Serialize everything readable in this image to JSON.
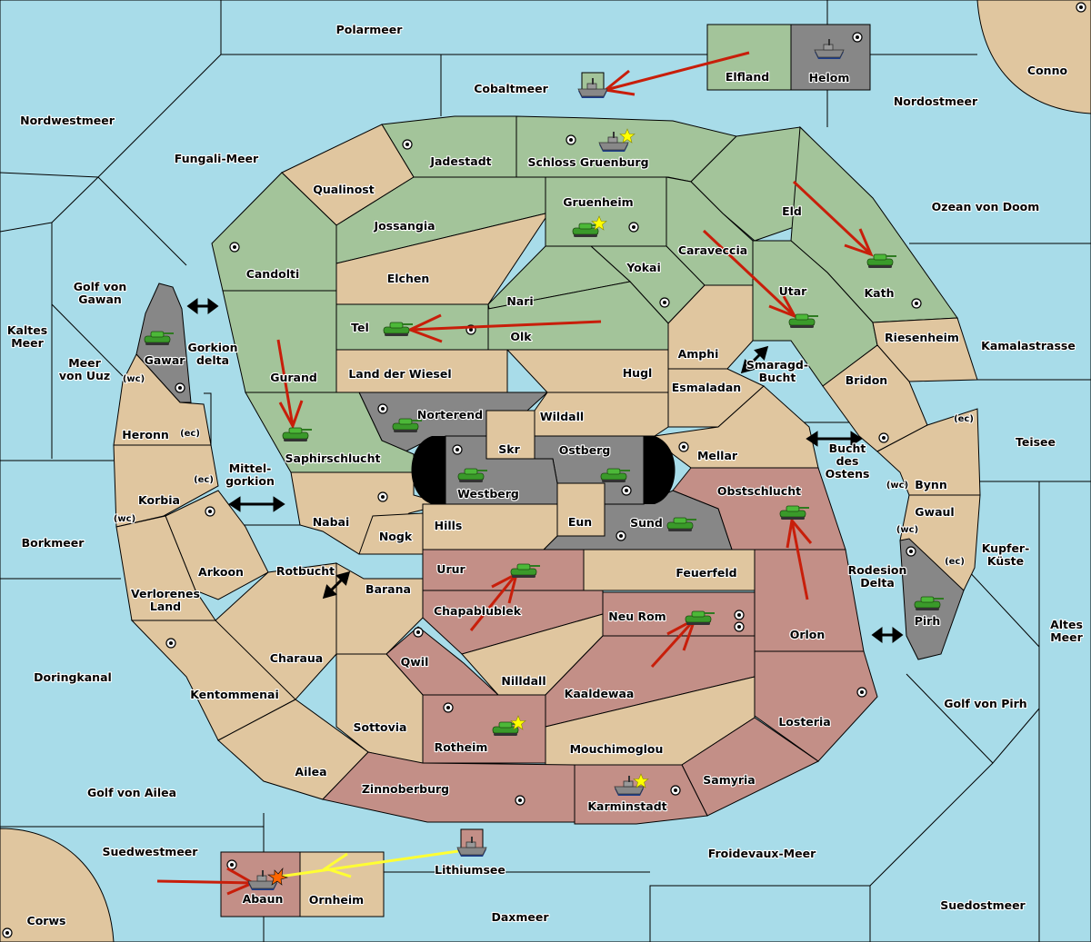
{
  "game": {
    "type": "diplomacy-map",
    "colors": {
      "sea": "#a8dce9",
      "neutral": "#e0c69f",
      "green_power": "#a3c49a",
      "red_power": "#c38f87",
      "gray_power": "#878787",
      "move_arrow": "#c81e0a",
      "convoy_support_arrow": "#ffff33",
      "supply_center_star": "#ffff00"
    }
  },
  "territories": [
    {
      "id": "polarmeer",
      "label": "Polarmeer",
      "type": "sea"
    },
    {
      "id": "cobaltmeer",
      "label": "Cobaltmeer",
      "type": "sea"
    },
    {
      "id": "nordwestmeer",
      "label": "Nordwestmeer",
      "type": "sea"
    },
    {
      "id": "fungali-meer",
      "label": "Fungali-Meer",
      "type": "sea"
    },
    {
      "id": "nordostmeer",
      "label": "Nordostmeer",
      "type": "sea"
    },
    {
      "id": "ozean-von-doom",
      "label": "Ozean von Doom",
      "type": "sea"
    },
    {
      "id": "golf-von-gawan",
      "label": [
        "Golf von",
        "Gawan"
      ],
      "type": "sea"
    },
    {
      "id": "kaltes-meer",
      "label": [
        "Kaltes",
        "Meer"
      ],
      "type": "sea"
    },
    {
      "id": "meer-von-uuz",
      "label": [
        "Meer",
        "von Uuz"
      ],
      "type": "sea"
    },
    {
      "id": "gorkion-delta",
      "label": [
        "Gorkion",
        "delta"
      ],
      "type": "sea"
    },
    {
      "id": "mittel-gorkion",
      "label": [
        "Mittel-",
        "gorkion"
      ],
      "type": "sea"
    },
    {
      "id": "borkmeer",
      "label": "Borkmeer",
      "type": "sea"
    },
    {
      "id": "rotbucht",
      "label": "Rotbucht",
      "type": "sea"
    },
    {
      "id": "doringkanal",
      "label": "Doringkanal",
      "type": "sea"
    },
    {
      "id": "golf-von-ailea",
      "label": "Golf von Ailea",
      "type": "sea"
    },
    {
      "id": "suedwestmeer",
      "label": "Suedwestmeer",
      "type": "sea"
    },
    {
      "id": "lithiumsee",
      "label": "Lithiumsee",
      "type": "sea"
    },
    {
      "id": "daxmeer",
      "label": "Daxmeer",
      "type": "sea"
    },
    {
      "id": "froidevaux-meer",
      "label": "Froidevaux-Meer",
      "type": "sea"
    },
    {
      "id": "suedostmeer",
      "label": "Suedostmeer",
      "type": "sea"
    },
    {
      "id": "golf-von-pirh",
      "label": "Golf von Pirh",
      "type": "sea"
    },
    {
      "id": "altes-meer",
      "label": [
        "Altes",
        "Meer"
      ],
      "type": "sea"
    },
    {
      "id": "kupfer-kueste",
      "label": [
        "Kupfer-",
        "Küste"
      ],
      "type": "sea"
    },
    {
      "id": "rodesion-delta",
      "label": [
        "Rodesion",
        "Delta"
      ],
      "type": "sea"
    },
    {
      "id": "teisee",
      "label": "Teisee",
      "type": "sea"
    },
    {
      "id": "kamalastrasse",
      "label": "Kamalastrasse",
      "type": "sea"
    },
    {
      "id": "bucht-des-ostens",
      "label": [
        "Bucht",
        "des",
        "Ostens"
      ],
      "type": "sea"
    },
    {
      "id": "smaragd-bucht",
      "label": [
        "Smaragd-",
        "Bucht"
      ],
      "type": "sea"
    },
    {
      "id": "conno",
      "label": "Conno",
      "type": "neutral"
    },
    {
      "id": "corws",
      "label": "Corws",
      "type": "neutral"
    },
    {
      "id": "elfland",
      "label": "Elfland",
      "type": "green"
    },
    {
      "id": "helom",
      "label": "Helom",
      "type": "gray"
    },
    {
      "id": "jadestadt",
      "label": "Jadestadt",
      "type": "green"
    },
    {
      "id": "schloss-gruenburg",
      "label": "Schloss Gruenburg",
      "type": "green"
    },
    {
      "id": "qualinost",
      "label": "Qualinost",
      "type": "neutral"
    },
    {
      "id": "jossangia",
      "label": "Jossangia",
      "type": "green"
    },
    {
      "id": "gruenheim",
      "label": "Gruenheim",
      "type": "green"
    },
    {
      "id": "eld",
      "label": "Eld",
      "type": "green"
    },
    {
      "id": "candolti",
      "label": "Candolti",
      "type": "green"
    },
    {
      "id": "elchen",
      "label": "Elchen",
      "type": "neutral"
    },
    {
      "id": "caraveccia",
      "label": "Caraveccia",
      "type": "green"
    },
    {
      "id": "yokai",
      "label": "Yokai",
      "type": "green"
    },
    {
      "id": "kath",
      "label": "Kath",
      "type": "green"
    },
    {
      "id": "nari",
      "label": "Nari",
      "type": "green"
    },
    {
      "id": "utar",
      "label": "Utar",
      "type": "green"
    },
    {
      "id": "tel",
      "label": "Tel",
      "type": "green"
    },
    {
      "id": "olk",
      "label": "Olk",
      "type": "green"
    },
    {
      "id": "riesenheim",
      "label": "Riesenheim",
      "type": "neutral"
    },
    {
      "id": "gawar",
      "label": "Gawar",
      "type": "gray"
    },
    {
      "id": "amphi",
      "label": "Amphi",
      "type": "neutral"
    },
    {
      "id": "gurand",
      "label": "Gurand",
      "type": "green"
    },
    {
      "id": "land-der-wiesel",
      "label": "Land der Wiesel",
      "type": "neutral"
    },
    {
      "id": "hugl",
      "label": "Hugl",
      "type": "neutral"
    },
    {
      "id": "bridon",
      "label": "Bridon",
      "type": "neutral"
    },
    {
      "id": "esmaladan",
      "label": "Esmaladan",
      "type": "neutral"
    },
    {
      "id": "heronn",
      "label": "Heronn",
      "type": "neutral"
    },
    {
      "id": "norterend",
      "label": "Norterend",
      "type": "gray"
    },
    {
      "id": "wildall",
      "label": "Wildall",
      "type": "neutral"
    },
    {
      "id": "skr",
      "label": "Skr",
      "type": "neutral"
    },
    {
      "id": "ostberg",
      "label": "Ostberg",
      "type": "gray"
    },
    {
      "id": "mellar",
      "label": "Mellar",
      "type": "neutral"
    },
    {
      "id": "saphirschlucht",
      "label": "Saphirschlucht",
      "type": "green"
    },
    {
      "id": "westberg",
      "label": "Westberg",
      "type": "gray"
    },
    {
      "id": "obstschlucht",
      "label": "Obstschlucht",
      "type": "red"
    },
    {
      "id": "bynn",
      "label": "Bynn",
      "type": "neutral"
    },
    {
      "id": "korbia",
      "label": "Korbia",
      "type": "neutral"
    },
    {
      "id": "eun",
      "label": "Eun",
      "type": "neutral"
    },
    {
      "id": "sund",
      "label": "Sund",
      "type": "gray"
    },
    {
      "id": "gwaul",
      "label": "Gwaul",
      "type": "neutral"
    },
    {
      "id": "nabai",
      "label": "Nabai",
      "type": "neutral"
    },
    {
      "id": "hills",
      "label": "Hills",
      "type": "neutral"
    },
    {
      "id": "nogk",
      "label": "Nogk",
      "type": "neutral"
    },
    {
      "id": "urur",
      "label": "Urur",
      "type": "red"
    },
    {
      "id": "feuerfeld",
      "label": "Feuerfeld",
      "type": "neutral"
    },
    {
      "id": "arkoon",
      "label": "Arkoon",
      "type": "neutral"
    },
    {
      "id": "barana",
      "label": "Barana",
      "type": "neutral"
    },
    {
      "id": "chapablublek",
      "label": "Chapablublek",
      "type": "red"
    },
    {
      "id": "verlorenes-land",
      "label": [
        "Verlorenes",
        "Land"
      ],
      "type": "neutral"
    },
    {
      "id": "neu-rom",
      "label": "Neu Rom",
      "type": "red"
    },
    {
      "id": "pirh",
      "label": "Pirh",
      "type": "gray"
    },
    {
      "id": "orlon",
      "label": "Orlon",
      "type": "red"
    },
    {
      "id": "charaua",
      "label": "Charaua",
      "type": "neutral"
    },
    {
      "id": "qwil",
      "label": "Qwil",
      "type": "red"
    },
    {
      "id": "nilldall",
      "label": "Nilldall",
      "type": "neutral"
    },
    {
      "id": "kaaldewaa",
      "label": "Kaaldewaa",
      "type": "red"
    },
    {
      "id": "kentommenai",
      "label": "Kentommenai",
      "type": "neutral"
    },
    {
      "id": "losteria",
      "label": "Losteria",
      "type": "red"
    },
    {
      "id": "sottovia",
      "label": "Sottovia",
      "type": "neutral"
    },
    {
      "id": "rotheim",
      "label": "Rotheim",
      "type": "red"
    },
    {
      "id": "mouchimoglou",
      "label": "Mouchimoglou",
      "type": "neutral"
    },
    {
      "id": "ailea",
      "label": "Ailea",
      "type": "neutral"
    },
    {
      "id": "samyria",
      "label": "Samyria",
      "type": "red"
    },
    {
      "id": "zinnoberburg",
      "label": "Zinnoberburg",
      "type": "red"
    },
    {
      "id": "karminstadt",
      "label": "Karminstadt",
      "type": "red"
    },
    {
      "id": "abaun",
      "label": "Abaun",
      "type": "red"
    },
    {
      "id": "ornheim",
      "label": "Ornheim",
      "type": "neutral"
    }
  ],
  "coast_labels": [
    {
      "territory": "heronn",
      "label": "(wc)"
    },
    {
      "territory": "heronn",
      "label": "(ec)"
    },
    {
      "territory": "korbia",
      "label": "(ec)"
    },
    {
      "territory": "korbia",
      "label": "(wc)"
    },
    {
      "territory": "bynn",
      "label": "(ec)"
    },
    {
      "territory": "bynn",
      "label": "(wc)"
    },
    {
      "territory": "gwaul",
      "label": "(wc)"
    },
    {
      "territory": "gwaul",
      "label": "(ec)"
    }
  ],
  "units": [
    {
      "type": "fleet",
      "power": "green",
      "location": "cobaltmeer",
      "retreat_box": true
    },
    {
      "type": "fleet",
      "power": "gray",
      "location": "helom"
    },
    {
      "type": "fleet",
      "power": "green",
      "location": "schloss-gruenburg",
      "star": true
    },
    {
      "type": "army",
      "power": "green",
      "location": "gruenheim",
      "star": true
    },
    {
      "type": "army",
      "power": "green",
      "location": "kath"
    },
    {
      "type": "army",
      "power": "green",
      "location": "utar"
    },
    {
      "type": "army",
      "power": "green",
      "location": "tel"
    },
    {
      "type": "army",
      "power": "gray",
      "location": "gawar"
    },
    {
      "type": "army",
      "power": "green",
      "location": "saphirschlucht"
    },
    {
      "type": "army",
      "power": "gray",
      "location": "norterend"
    },
    {
      "type": "army",
      "power": "gray",
      "location": "westberg"
    },
    {
      "type": "army",
      "power": "gray",
      "location": "ostberg"
    },
    {
      "type": "army",
      "power": "gray",
      "location": "sund"
    },
    {
      "type": "army",
      "power": "red",
      "location": "obstschlucht"
    },
    {
      "type": "army",
      "power": "red",
      "location": "urur"
    },
    {
      "type": "army",
      "power": "red",
      "location": "neu-rom"
    },
    {
      "type": "army",
      "power": "gray",
      "location": "pirh"
    },
    {
      "type": "army",
      "power": "red",
      "location": "rotheim",
      "star": true
    },
    {
      "type": "fleet",
      "power": "red",
      "location": "karminstadt",
      "star": true
    },
    {
      "type": "fleet",
      "power": "red",
      "location": "lithiumsee",
      "retreat_box": true
    },
    {
      "type": "fleet",
      "power": "gray",
      "location": "abaun",
      "dislodged": true
    }
  ],
  "orders": [
    {
      "kind": "move",
      "from": "elfland",
      "to": "cobaltmeer"
    },
    {
      "kind": "move",
      "from": "eld",
      "to": "kath"
    },
    {
      "kind": "move",
      "from": "caraveccia",
      "to": "utar"
    },
    {
      "kind": "move",
      "from": "olk",
      "to": "tel"
    },
    {
      "kind": "move",
      "from": "gurand",
      "to": "saphirschlucht"
    },
    {
      "kind": "move",
      "from": "orlon",
      "to": "obstschlucht"
    },
    {
      "kind": "move",
      "from": "chapablublek",
      "to": "urur"
    },
    {
      "kind": "move",
      "from": "kaaldewaa",
      "to": "neu-rom"
    },
    {
      "kind": "move",
      "from": "suedwestmeer",
      "to": "abaun"
    },
    {
      "kind": "attack",
      "from": "lithiumsee",
      "to": "abaun"
    }
  ],
  "connections": [
    {
      "between": [
        "gawar",
        "candolti"
      ],
      "symbol": "double-arrow"
    },
    {
      "between": [
        "korbia",
        "nabai"
      ],
      "symbol": "double-arrow"
    },
    {
      "between": [
        "rotbucht",
        "barana"
      ],
      "symbol": "double-arrow"
    },
    {
      "between": [
        "smaragd-bucht",
        "utar"
      ],
      "symbol": "double-arrow"
    },
    {
      "between": [
        "mellar",
        "bynn"
      ],
      "symbol": "double-arrow"
    },
    {
      "between": [
        "orlon",
        "pirh"
      ],
      "symbol": "double-arrow"
    }
  ]
}
